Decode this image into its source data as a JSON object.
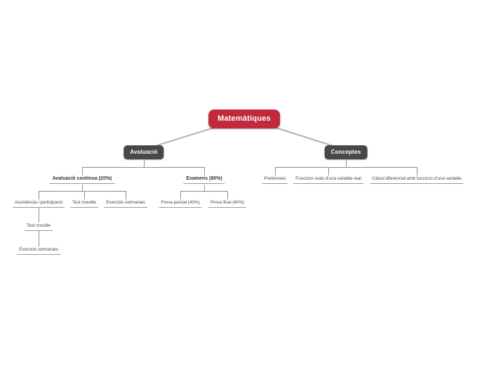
{
  "colors": {
    "root_bg": "#c2293c",
    "branch_bg": "#484848",
    "node_text_light": "#ffffff",
    "topic_text": "#4d4d4d",
    "topic_bold_text": "#333333",
    "root_connector": "#b3b3b3",
    "elbow_connector": "#8c8c8c",
    "underline": "#999999",
    "canvas_bg": "#ffffff"
  },
  "mindmap": {
    "root": {
      "label": "Matemàtiques"
    },
    "branches": [
      {
        "label": "Avaluació",
        "children": [
          {
            "label": "Avaluació contínua (20%)",
            "children": [
              {
                "label": "Assistència i participació",
                "children": [
                  {
                    "label": "Test moodle",
                    "children": [
                      {
                        "label": "Exercicis setmanals"
                      }
                    ]
                  }
                ]
              },
              {
                "label": "Test moodle"
              },
              {
                "label": "Exercicis setmanals"
              }
            ]
          },
          {
            "label": "Examens (80%)",
            "children": [
              {
                "label": "Prova parcial (40%)"
              },
              {
                "label": "Prova final (40%)"
              }
            ]
          }
        ]
      },
      {
        "label": "Conceptes",
        "children": [
          {
            "label": "Preliminars"
          },
          {
            "label": "Funcions reals d'una variable real"
          },
          {
            "label": "Càlcul diferencial amb funcions d'una variable"
          }
        ]
      }
    ]
  }
}
